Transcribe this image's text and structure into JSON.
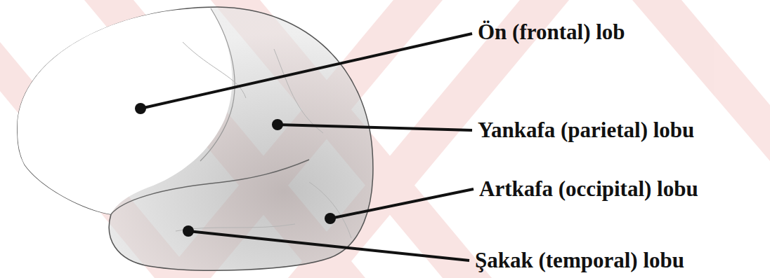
{
  "diagram": {
    "labels": [
      "Ön (frontal) lob",
      "Yankafa (parietal) lobu",
      "Artkafa (occipital) lobu",
      "Şakak (temporal) lobu"
    ]
  }
}
